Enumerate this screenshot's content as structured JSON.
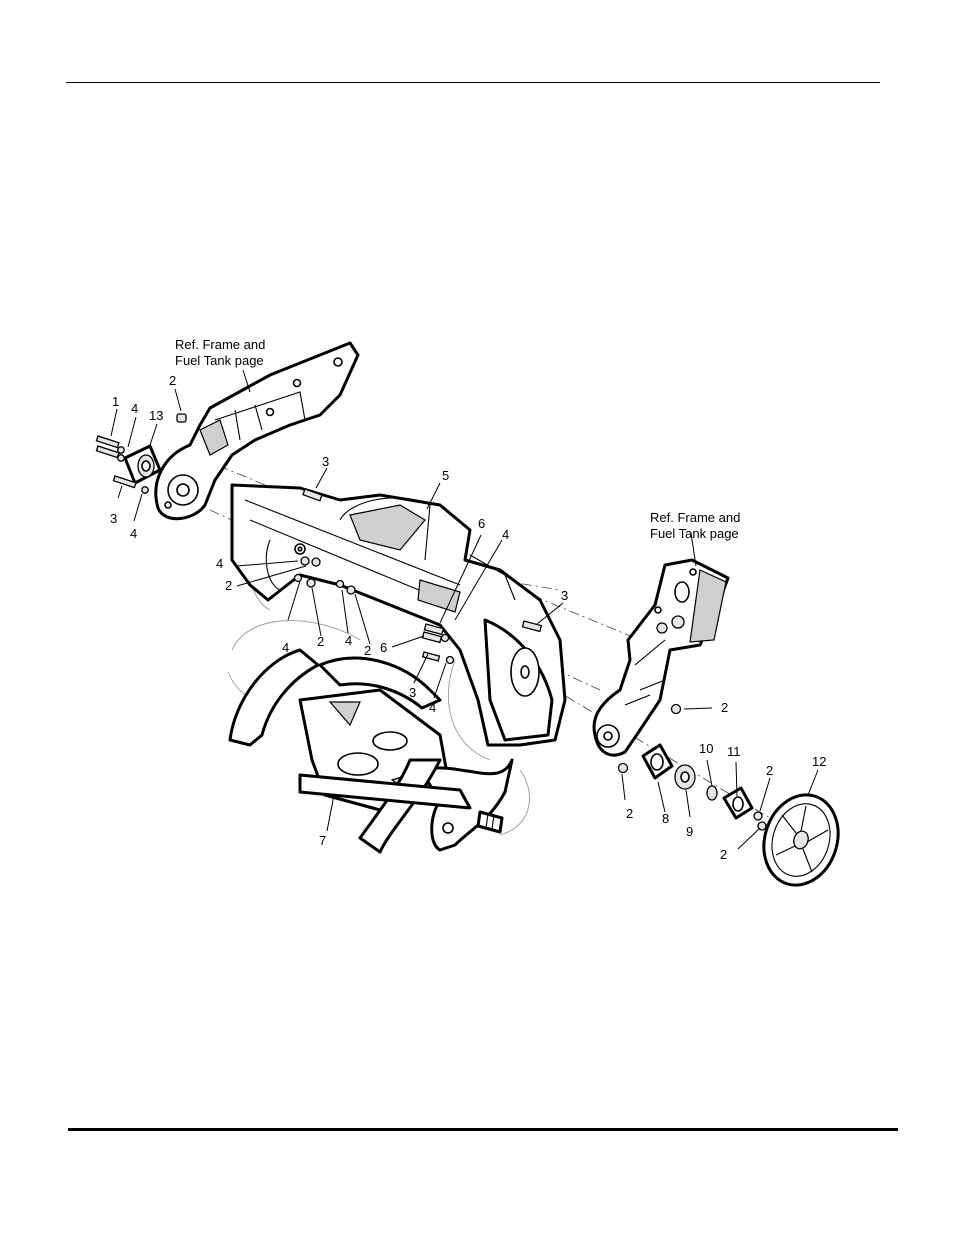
{
  "callouts": {
    "ref_left_line1": "Ref. Frame and",
    "ref_left_line2": "Fuel Tank page",
    "ref_right_line1": "Ref. Frame and",
    "ref_right_line2": "Fuel Tank page",
    "n1": "1",
    "n2": "2",
    "n3": "3",
    "n4": "4",
    "n5": "5",
    "n6": "6",
    "n7": "7",
    "n8": "8",
    "n9": "9",
    "n10": "10",
    "n11": "11",
    "n12": "12",
    "n13": "13"
  }
}
